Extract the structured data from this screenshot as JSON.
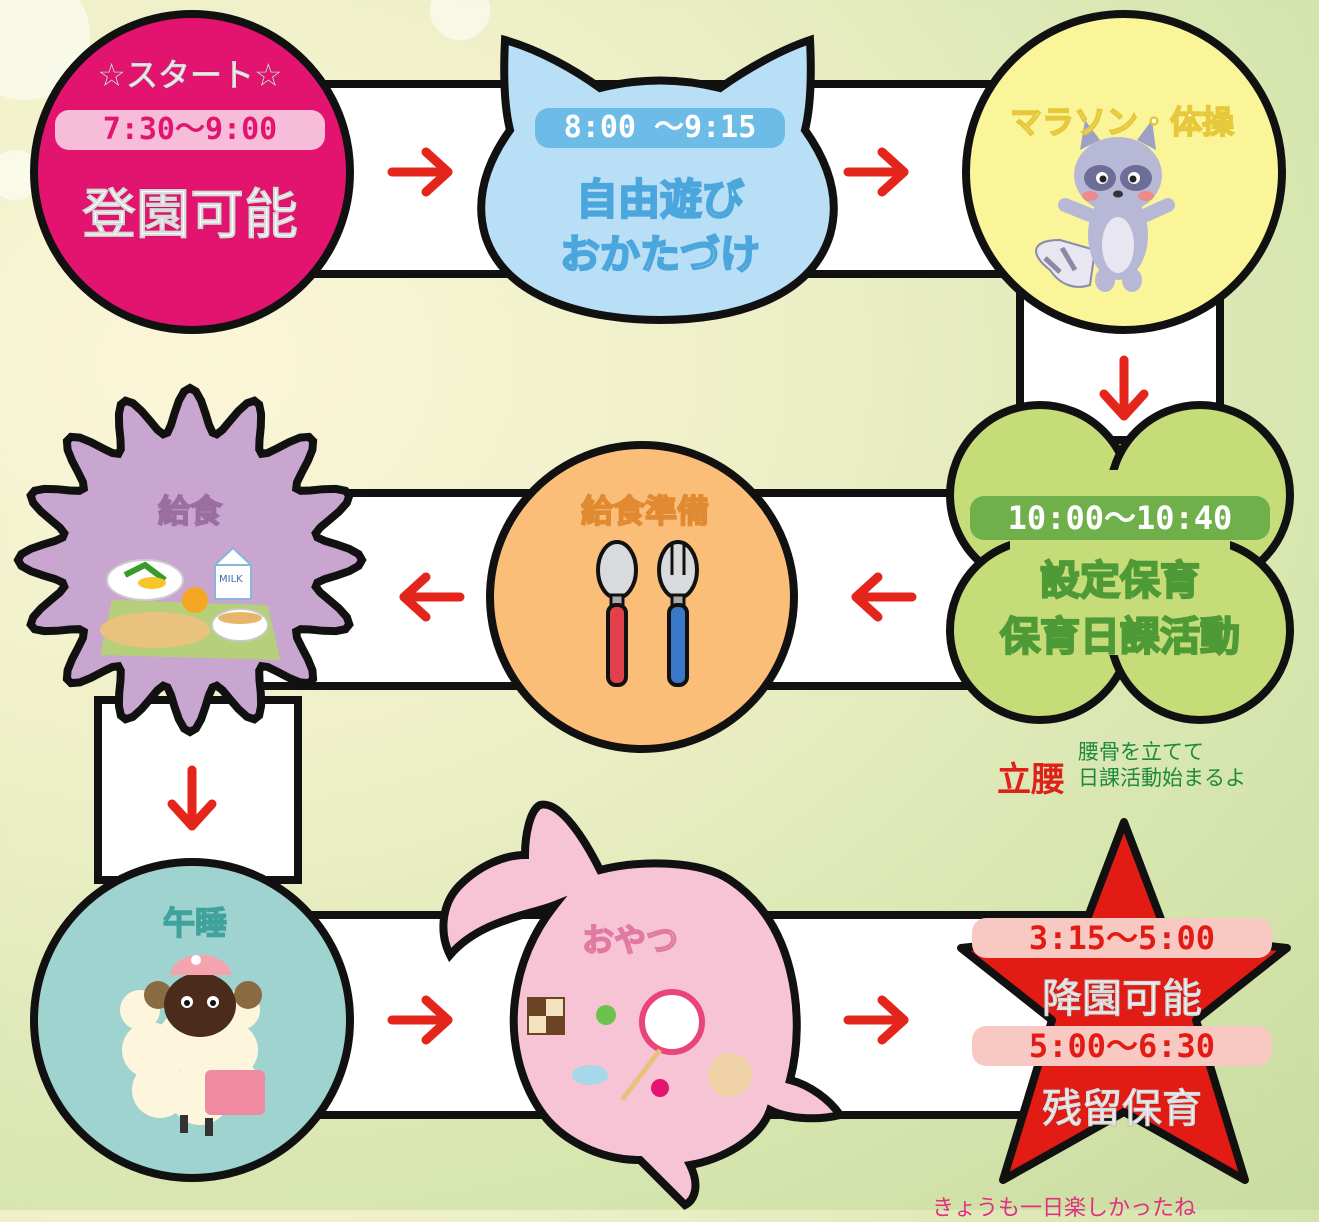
{
  "nodes": {
    "start": {
      "title": "☆スタート☆",
      "time": "7:30〜9:00",
      "label": "登園可能"
    },
    "free_play": {
      "time": "8:00 〜9:15",
      "line1": "自由遊び",
      "line2": "おかたづけ"
    },
    "marathon": {
      "title": "マラソン・体操"
    },
    "set_care": {
      "time": "10:00〜10:40",
      "line1": "設定保育",
      "line2": "保育日課活動"
    },
    "lunch_prep": {
      "title": "給食準備"
    },
    "lunch": {
      "title": "給食",
      "milk_text": "MILK"
    },
    "nap": {
      "title": "午睡"
    },
    "snack": {
      "title": "おやつ"
    },
    "pickup": {
      "time1": "3:15〜5:00",
      "label1": "降園可能",
      "time2": "5:00〜6:30",
      "label2": "残留保育"
    }
  },
  "note": {
    "big": "立腰",
    "line1": "腰骨を立てて",
    "line2": "日課活動始まるよ"
  },
  "footer_text": "きょうも一日楽しかったね",
  "colors": {
    "start": "#e3146f",
    "free_play": "#b8dff5",
    "marathon": "#fbf59a",
    "set_care": "#c5dc78",
    "lunch_prep": "#fbbe78",
    "lunch": "#c9a6cf",
    "nap": "#9fd3cf",
    "snack": "#f7c4d6",
    "pickup": "#e21b14",
    "arrow": "#e3251b"
  }
}
